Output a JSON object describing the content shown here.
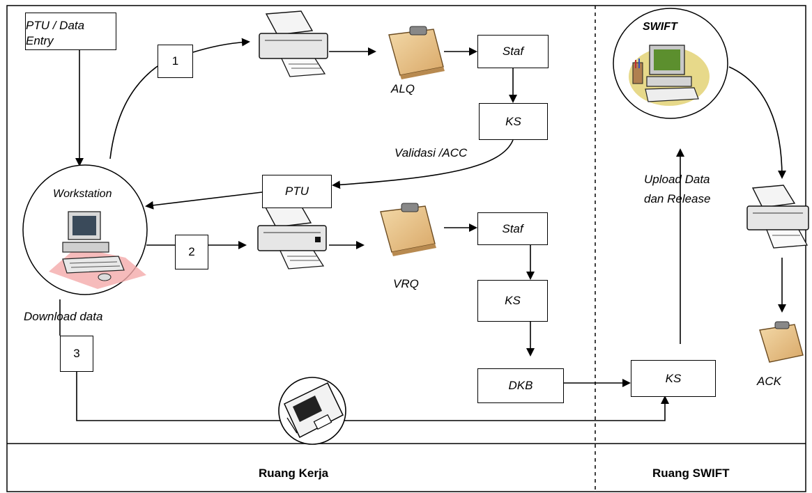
{
  "boxes": {
    "ptu_data_entry_line1": "PTU / Data",
    "ptu_data_entry_line2": "Entry",
    "staf_1": "Staf",
    "ks_1": "KS",
    "ptu": "PTU",
    "staf_2": "Staf",
    "ks_2": "KS",
    "dkb": "DKB",
    "ks_swift": "KS"
  },
  "steps": {
    "step_1": "1",
    "step_2": "2",
    "step_3": "3"
  },
  "labels": {
    "alq": "ALQ",
    "vrq": "VRQ",
    "validasi": "Validasi /ACC",
    "workstation": "Workstation",
    "swift": "SWIFT",
    "upload_line1": "Upload Data",
    "upload_line2": "dan Release",
    "download": "Download data",
    "ack": "ACK"
  },
  "areas": {
    "ruang_kerja": "Ruang Kerja",
    "ruang_swift": "Ruang SWIFT"
  }
}
